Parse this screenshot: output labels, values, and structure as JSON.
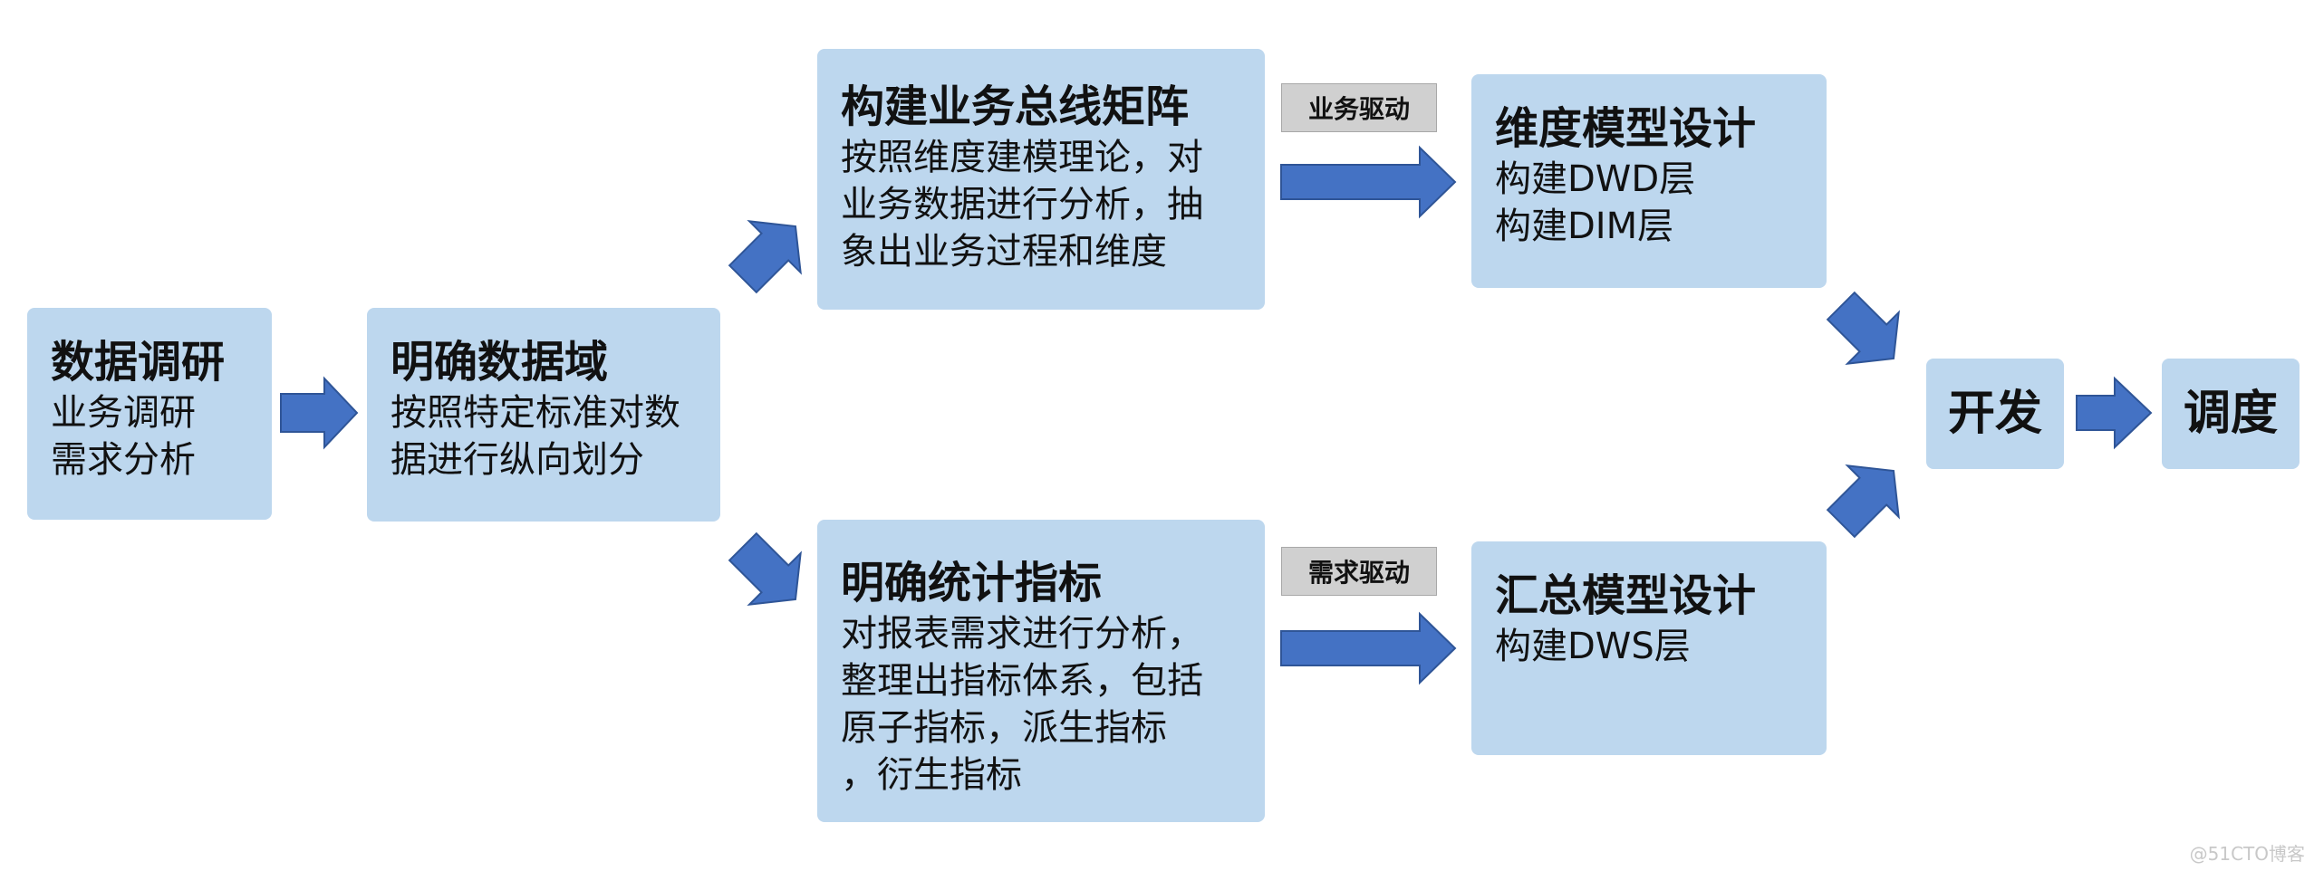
{
  "nodes": {
    "research": {
      "title": "数据调研",
      "lines": [
        "业务调研",
        "需求分析"
      ]
    },
    "domain": {
      "title": "明确数据域",
      "lines": [
        "按照特定标准对数",
        "据进行纵向划分"
      ]
    },
    "bus_matrix": {
      "title": "构建业务总线矩阵",
      "lines": [
        "按照维度建模理论，对",
        "业务数据进行分析，抽",
        "象出业务过程和维度"
      ]
    },
    "metrics": {
      "title": "明确统计指标",
      "lines": [
        "对报表需求进行分析，",
        "整理出指标体系，包括",
        "原子指标，派生指标",
        "，衍生指标"
      ]
    },
    "dim_model": {
      "title": "维度模型设计",
      "lines": [
        "构建DWD层",
        "构建DIM层"
      ]
    },
    "summary_model": {
      "title": "汇总模型设计",
      "lines": [
        "构建DWS层"
      ]
    },
    "develop": {
      "title": "开发"
    },
    "schedule": {
      "title": "调度"
    }
  },
  "tags": {
    "business_driven": "业务驱动",
    "demand_driven": "需求驱动"
  },
  "colors": {
    "box_fill": "#bdd7ee",
    "arrow_fill": "#4472c4",
    "arrow_stroke": "#2f5597",
    "tag_fill": "#d0d0d0"
  },
  "watermark": "@51CTO博客"
}
